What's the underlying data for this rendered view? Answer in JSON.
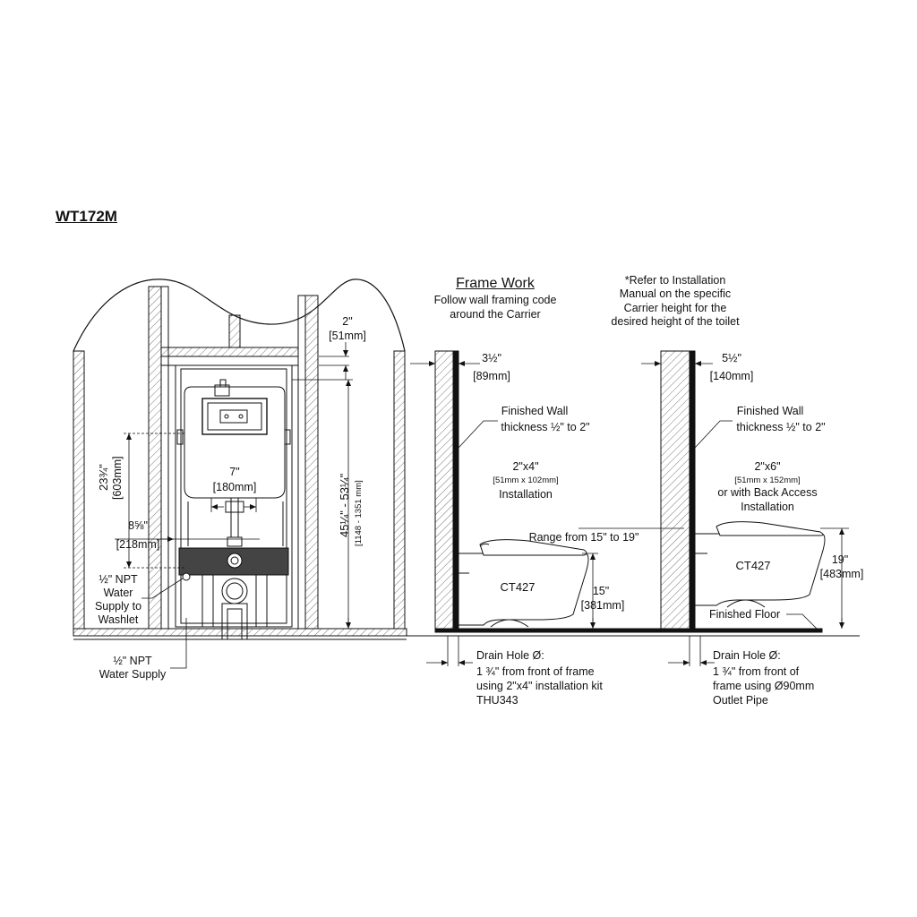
{
  "title": "WT172M",
  "frame_work": {
    "heading": "Frame Work",
    "note_lines": [
      "Follow wall framing code",
      "around the Carrier"
    ]
  },
  "refer_note": [
    "*Refer to Installation",
    "Manual on the specific",
    "Carrier height for the",
    "desired height of the toilet"
  ],
  "carrier": {
    "top_gap": "2\"",
    "top_gap_mm": "[51mm]",
    "height_in": "45¼\" - 53¼\"",
    "height_mm": "[1148 - 1351 mm]",
    "left_height_in": "23¾\"",
    "left_height_mm": "[603mm]",
    "width_7": "7\"",
    "width_7_mm": "[180mm]",
    "width_858": "8⅝\"",
    "width_858_mm": "[218mm]",
    "npt_washlet": [
      "½\" NPT",
      "Water",
      "Supply to",
      "Washlet"
    ],
    "npt_supply": [
      "½\" NPT",
      "Water Supply"
    ]
  },
  "install_2x4": {
    "depth": "3½\"",
    "depth_mm": "[89mm]",
    "finished_wall": [
      "Finished Wall",
      "thickness ½\" to 2\""
    ],
    "stud": "2\"x4\"",
    "stud_mm": "[51mm x 102mm]",
    "install_label": "Installation",
    "range": "Range from 15\" to 19\"",
    "model": "CT427",
    "height": "15\"",
    "height_mm": "[381mm]",
    "drain_title": "Drain Hole Ø:",
    "drain_lines": [
      "1 ¾\" from front of frame",
      "using 2\"x4\" installation kit",
      "THU343"
    ]
  },
  "install_2x6": {
    "depth": "5½\"",
    "depth_mm": "[140mm]",
    "finished_wall": [
      "Finished Wall",
      "thickness ½\" to 2\""
    ],
    "stud": "2\"x6\"",
    "stud_mm": "[51mm x 152mm]",
    "install_lines": [
      "or with Back Access",
      "Installation"
    ],
    "model": "CT427",
    "height": "19\"",
    "height_mm": "[483mm]",
    "floor": "Finished Floor",
    "drain_title": "Drain Hole Ø:",
    "drain_lines": [
      "1 ¾\" from front of",
      "frame using Ø90mm",
      "Outlet Pipe"
    ]
  }
}
